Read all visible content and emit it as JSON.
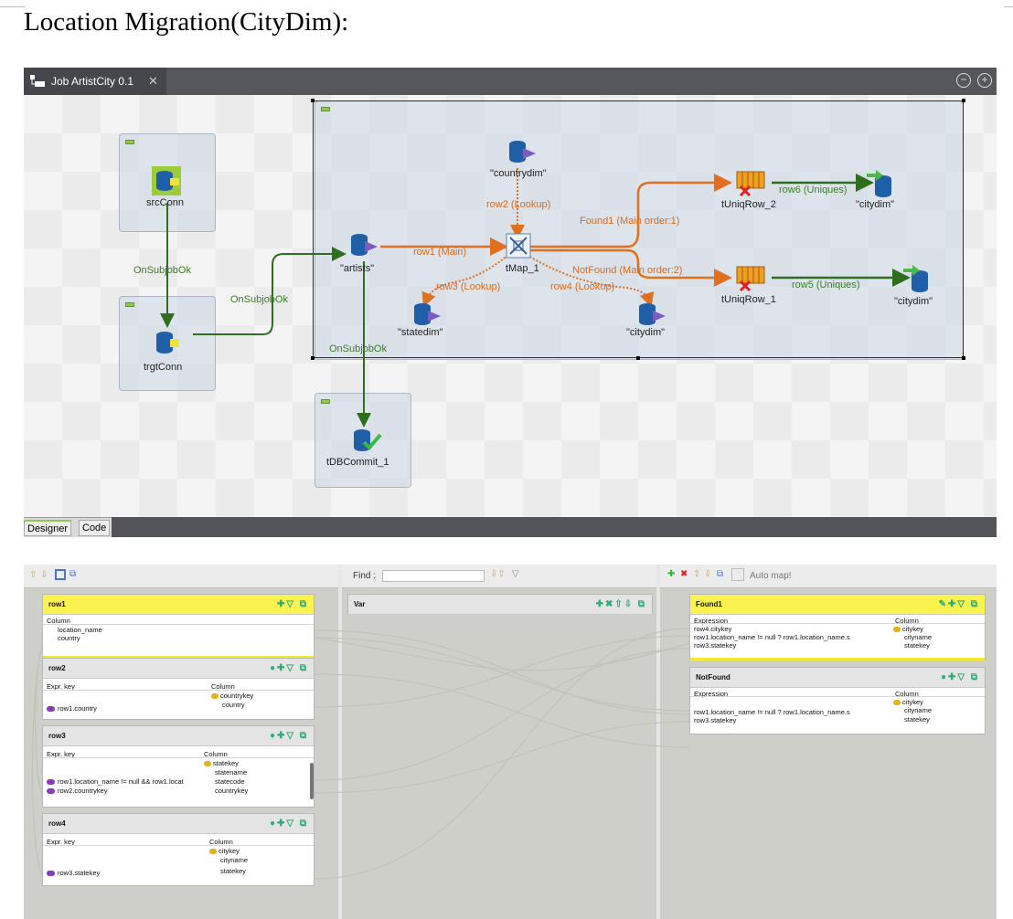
{
  "doc_title": "Location Migration(CityDim):",
  "designer": {
    "tab_title": "Job ArtistCity 0.1",
    "zoom_out": "−",
    "zoom_in": "+",
    "bottom_tabs": [
      "Designer",
      "Code"
    ]
  },
  "components": {
    "srcConn": "srcConn",
    "trgtConn": "trgtConn",
    "artists": "\"artists\"",
    "countrydim": "\"countrydim\"",
    "statedim": "\"statedim\"",
    "citydim_lookup": "\"citydim\"",
    "tmap": "tMap_1",
    "tuniq2": "tUniqRow_2",
    "tuniq1": "tUniqRow_1",
    "citydim_out1": "\"citydim\"",
    "citydim_out2": "\"citydim\"",
    "tdbcommit": "tDBCommit_1"
  },
  "links": {
    "onsubjob_1": "OnSubjobOk",
    "onsubjob_2": "OnSubjobOk",
    "onsubjob_3": "OnSubjobOk",
    "row1": "row1 (Main)",
    "row2": "row2 (Lookup)",
    "row3": "row3 (Lookup)",
    "row4": "row4 (Lookup)",
    "found1": "Found1 (Main order:1)",
    "notfound": "NotFound (Main order:2)",
    "row6": "row6 (Uniques)",
    "row5": "row5 (Uniques)"
  },
  "mapper": {
    "find_label": "Find :",
    "automap": "Auto map!",
    "var_title": "Var",
    "input_tables": {
      "row1": {
        "title": "row1",
        "col_header": "Column",
        "columns": [
          "location_name",
          "country"
        ]
      },
      "row2": {
        "title": "row2",
        "expr_header": "Expr. key",
        "col_header": "Column",
        "expr": "row1.country",
        "columns": [
          "countrykey",
          "country"
        ]
      },
      "row3": {
        "title": "row3",
        "expr_header": "Expr. key",
        "col_header": "Column",
        "expr1": "row1.location_name != null && row1.locat",
        "expr2": "row2.countrykey",
        "columns": [
          "statekey",
          "statename",
          "statecode",
          "countrykey"
        ]
      },
      "row4": {
        "title": "row4",
        "expr_header": "Expr. key",
        "col_header": "Column",
        "expr": "row3.statekey",
        "columns": [
          "citykey",
          "cityname",
          "statekey"
        ]
      }
    },
    "output_tables": {
      "found1": {
        "title": "Found1",
        "expr_header": "Expression",
        "col_header": "Column",
        "exprs": [
          "row4.citykey",
          "row1.location_name != null ? row1.location_name.s",
          "row3.statekey"
        ],
        "columns": [
          "citykey",
          "cityname",
          "statekey"
        ]
      },
      "notfound": {
        "title": "NotFound",
        "expr_header": "Expression",
        "col_header": "Column",
        "exprs": [
          "",
          "row1.location_name != null ? row1.location_name.s",
          "row3.statekey"
        ],
        "columns": [
          "citykey",
          "cityname",
          "statekey"
        ]
      }
    }
  }
}
